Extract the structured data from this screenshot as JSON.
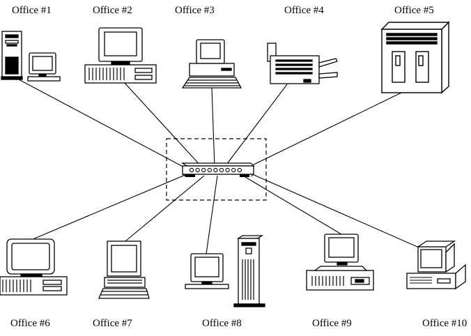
{
  "offices": [
    {
      "id": "office-1",
      "label": "Office #1",
      "device": "tower-and-monitor"
    },
    {
      "id": "office-2",
      "label": "Office #2",
      "device": "desktop-computer"
    },
    {
      "id": "office-3",
      "label": "Office #3",
      "device": "desktop-with-keyboard"
    },
    {
      "id": "office-4",
      "label": "Office #4",
      "device": "printer"
    },
    {
      "id": "office-5",
      "label": "Office #5",
      "device": "server-cabinet"
    },
    {
      "id": "office-6",
      "label": "Office #6",
      "device": "desktop-computer"
    },
    {
      "id": "office-7",
      "label": "Office #7",
      "device": "monitor-with-keyboard"
    },
    {
      "id": "office-8",
      "label": "Office #8",
      "device": "monitor-and-tower"
    },
    {
      "id": "office-9",
      "label": "Office #9",
      "device": "desktop-computer"
    },
    {
      "id": "office-10",
      "label": "Office #10",
      "device": "desktop-with-keyboard"
    }
  ],
  "hub": {
    "name": "network-hub",
    "port_count": 9
  },
  "colors": {
    "line": "#000000",
    "background": "#ffffff"
  }
}
